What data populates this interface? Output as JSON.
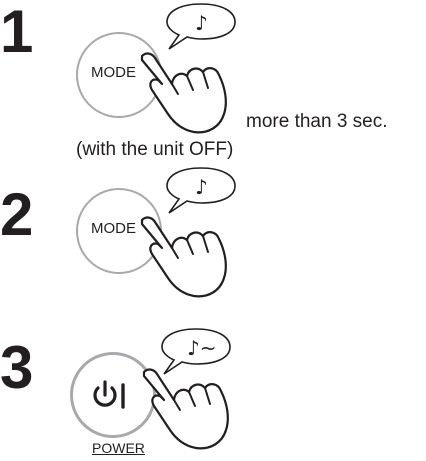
{
  "steps": [
    {
      "number": "1",
      "button_label": "MODE",
      "sound": "♪",
      "hold_text": "more than 3 sec.",
      "condition_text": "(with the unit OFF)"
    },
    {
      "number": "2",
      "button_label": "MODE",
      "sound": "♪"
    },
    {
      "number": "3",
      "button_icon": "power-icon",
      "sound": "♪~",
      "button_caption": "POWER"
    }
  ],
  "colors": {
    "text": "#231f20",
    "button_outline": "#a7a9ac"
  }
}
